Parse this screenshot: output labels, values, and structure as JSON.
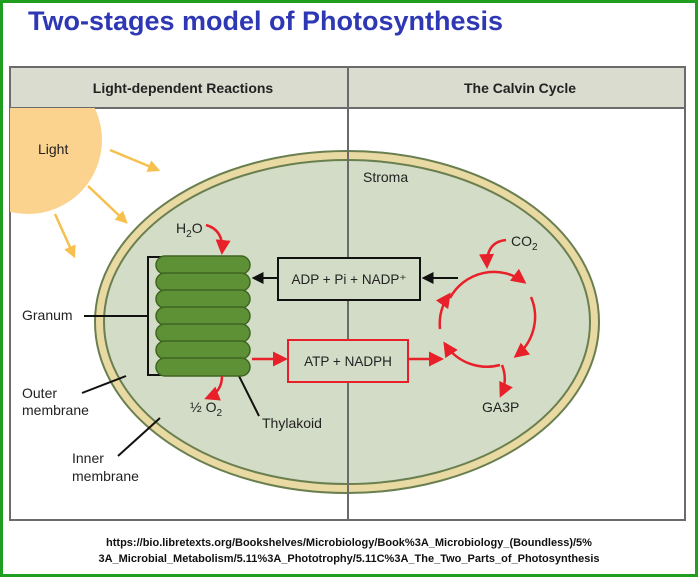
{
  "title": "Two-stages model of Photosynthesis",
  "headers": {
    "left": "Light-dependent Reactions",
    "right": "The Calvin Cycle"
  },
  "labels": {
    "light": "Light",
    "stroma": "Stroma",
    "water_prefix": "H",
    "water_sub": "2",
    "water_suffix": "O",
    "co2_prefix": "CO",
    "co2_sub": "2",
    "granum": "Granum",
    "outer_line1": "Outer",
    "outer_line2": "membrane",
    "inner_line1": "Inner",
    "inner_line2": "membrane",
    "oxygen_prefix": "½ O",
    "oxygen_sub": "2",
    "thylakoid": "Thylakoid",
    "ga3p": "GA3P"
  },
  "boxes": {
    "reactants": "ADP + Pi + NADP⁺",
    "products": "ATP + NADPH"
  },
  "colors": {
    "title": "#2f38b4",
    "border": "#1f9e1f",
    "arrow_red": "#e8202a",
    "light_arrow": "#f5c04e",
    "sun": "#fbd38e",
    "chloroplast_fill": "#d3dcc6",
    "membrane": "#e9d9a3",
    "thylakoid": "#5e9035"
  },
  "source": {
    "line1": "https://bio.libretexts.org/Bookshelves/Microbiology/Book%3A_Microbiology_(Boundless)/5%",
    "line2": "3A_Microbial_Metabolism/5.11%3A_Phototrophy/5.11C%3A_The_Two_Parts_of_Photosynthesis"
  }
}
